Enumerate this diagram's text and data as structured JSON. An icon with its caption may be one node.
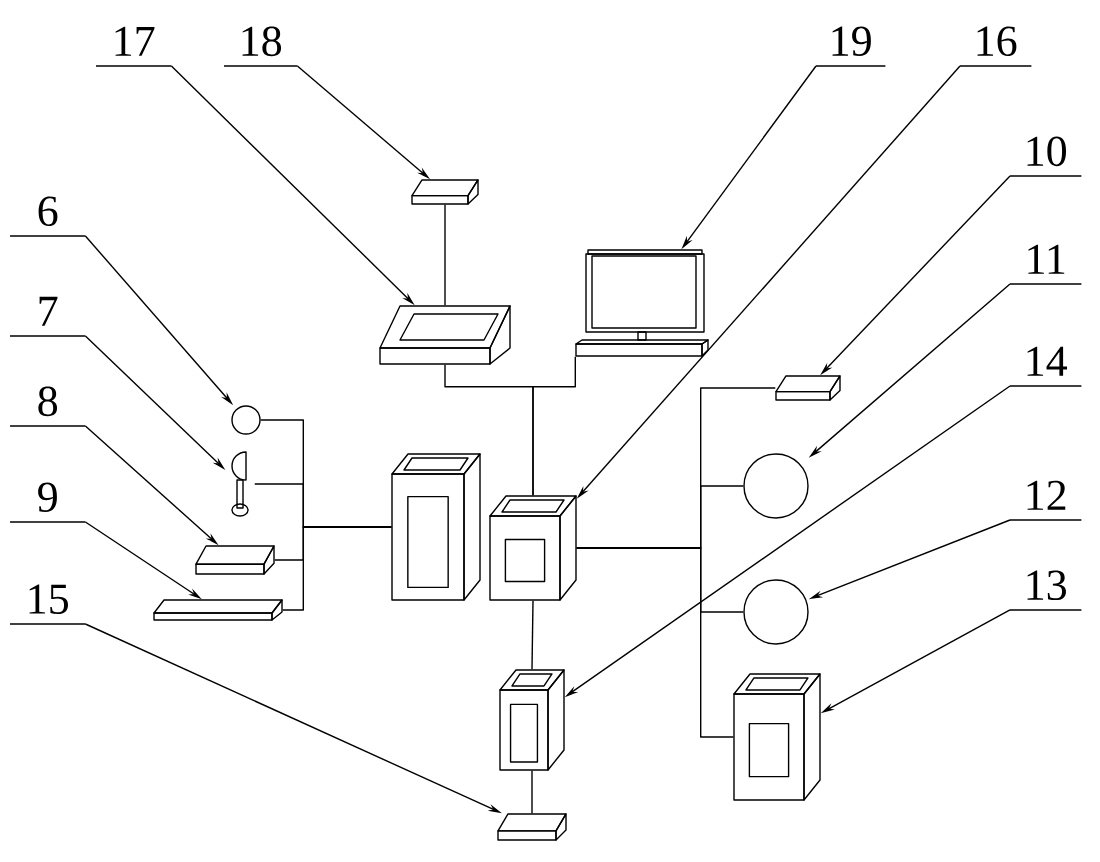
{
  "diagram": {
    "nodes": [
      {
        "text": [
          "17"
        ]
      },
      {
        "text": [
          "18"
        ]
      },
      {
        "text": [
          "19"
        ]
      },
      {
        "text": [
          "16"
        ]
      },
      {
        "text": [
          "6"
        ]
      },
      {
        "text": [
          "10"
        ]
      },
      {
        "text": [
          "7"
        ]
      },
      {
        "text": [
          "11"
        ]
      },
      {
        "text": [
          "14"
        ]
      },
      {
        "text": [
          "8"
        ]
      },
      {
        "text": [
          "9"
        ]
      },
      {
        "text": [
          "12"
        ]
      },
      {
        "text": [
          "15"
        ]
      },
      {
        "text": [
          "13"
        ]
      },
      {
        "text": [],
        "shape": "tablet"
      },
      {
        "text": [],
        "shape": "bar"
      },
      {
        "text": [],
        "shape": "laptop"
      },
      {
        "text": [],
        "shape": "circle"
      },
      {
        "text": [],
        "shape": "lamp"
      },
      {
        "text": [],
        "shape": "bar"
      },
      {
        "text": [],
        "shape": "bar"
      },
      {
        "text": [],
        "shape": "box"
      },
      {
        "text": [],
        "shape": "box"
      },
      {
        "text": [],
        "shape": "bar"
      },
      {
        "text": [],
        "shape": "circle"
      },
      {
        "text": [],
        "shape": "circle"
      },
      {
        "text": [],
        "shape": "box"
      },
      {
        "text": [],
        "shape": "box"
      },
      {
        "text": [],
        "shape": "bar"
      }
    ],
    "edges": [
      {
        "from": 0,
        "to": 14,
        "arrow": "to"
      },
      {
        "from": 1,
        "to": 15,
        "arrow": "to"
      },
      {
        "from": 2,
        "to": 16,
        "arrow": "to"
      },
      {
        "from": 3,
        "to": 22,
        "arrow": "to"
      },
      {
        "from": 4,
        "to": 17,
        "arrow": "to"
      },
      {
        "from": 5,
        "to": 23,
        "arrow": "to"
      },
      {
        "from": 6,
        "to": 18,
        "arrow": "to"
      },
      {
        "from": 7,
        "to": 24,
        "arrow": "to"
      },
      {
        "from": 8,
        "to": 26,
        "arrow": "to"
      },
      {
        "from": 9,
        "to": 19,
        "arrow": "to"
      },
      {
        "from": 10,
        "to": 20,
        "arrow": "to"
      },
      {
        "from": 11,
        "to": 25,
        "arrow": "to"
      },
      {
        "from": 12,
        "to": 28,
        "arrow": "to"
      },
      {
        "from": 13,
        "to": 27,
        "arrow": "to"
      },
      {
        "from": 15,
        "to": 14,
        "arrow": "none"
      },
      {
        "from": 14,
        "to": 22,
        "arrow": "none"
      },
      {
        "from": 16,
        "to": 22,
        "arrow": "none"
      },
      {
        "from": 17,
        "to": 21,
        "arrow": "none"
      },
      {
        "from": 18,
        "to": 21,
        "arrow": "none"
      },
      {
        "from": 19,
        "to": 21,
        "arrow": "none"
      },
      {
        "from": 20,
        "to": 21,
        "arrow": "none"
      },
      {
        "from": 22,
        "to": 23,
        "arrow": "none"
      },
      {
        "from": 22,
        "to": 24,
        "arrow": "none"
      },
      {
        "from": 22,
        "to": 25,
        "arrow": "none"
      },
      {
        "from": 22,
        "to": 27,
        "arrow": "none"
      },
      {
        "from": 22,
        "to": 26,
        "arrow": "none"
      },
      {
        "from": 26,
        "to": 28,
        "arrow": "none"
      }
    ]
  }
}
